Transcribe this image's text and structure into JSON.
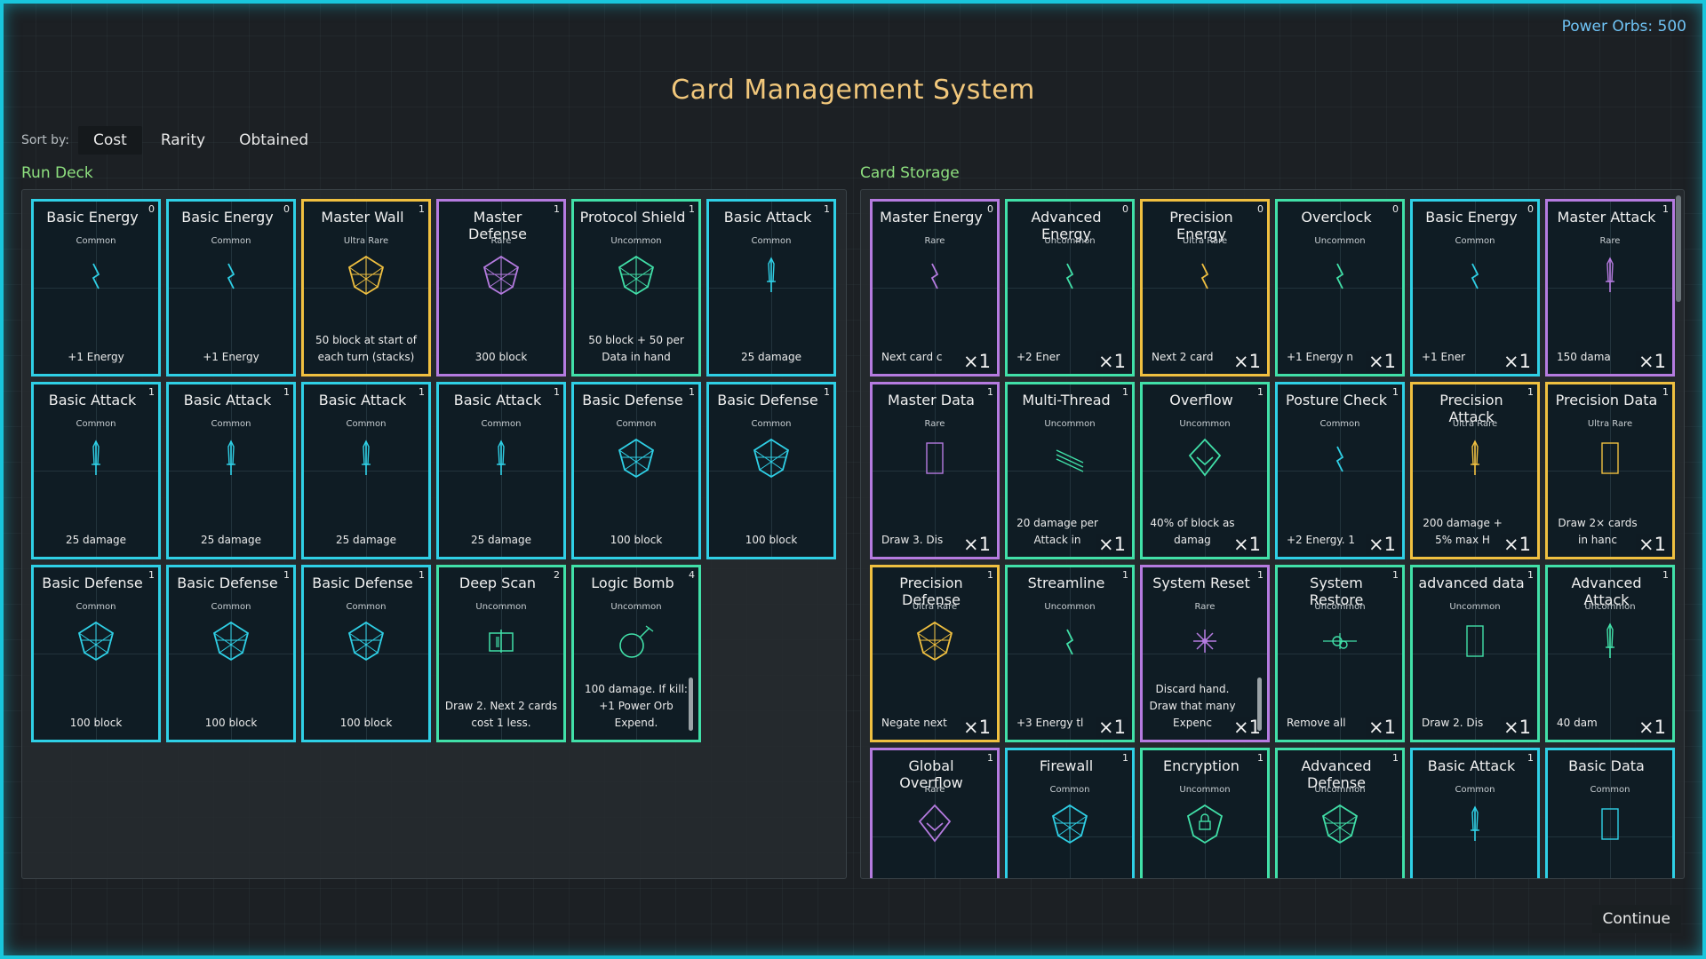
{
  "header": {
    "power_orbs": "Power Orbs: 500",
    "title": "Card Management System"
  },
  "sort": {
    "label": "Sort by:",
    "options": [
      "Cost",
      "Rarity",
      "Obtained"
    ],
    "active": "Cost"
  },
  "run_deck": {
    "label": "Run Deck",
    "cards": [
      {
        "name": "Basic Energy",
        "rarity": "Common",
        "cost": "0",
        "desc": "+1 Energy",
        "icon": "bolt-icon",
        "tier": "common"
      },
      {
        "name": "Basic Energy",
        "rarity": "Common",
        "cost": "0",
        "desc": "+1 Energy",
        "icon": "bolt-icon",
        "tier": "common"
      },
      {
        "name": "Master Wall",
        "rarity": "Ultra Rare",
        "cost": "1",
        "desc": "50 block at start of each turn (stacks)",
        "icon": "shield-icon",
        "tier": "ultra"
      },
      {
        "name": "Master Defense",
        "rarity": "Rare",
        "cost": "1",
        "desc": "300 block",
        "icon": "shield-icon",
        "tier": "rare"
      },
      {
        "name": "Protocol Shield",
        "rarity": "Uncommon",
        "cost": "1",
        "desc": "50 block + 50 per Data in hand",
        "icon": "shield-icon",
        "tier": "uncommon"
      },
      {
        "name": "Basic Attack",
        "rarity": "Common",
        "cost": "1",
        "desc": "25 damage",
        "icon": "sword-icon",
        "tier": "common"
      },
      {
        "name": "Basic Attack",
        "rarity": "Common",
        "cost": "1",
        "desc": "25 damage",
        "icon": "sword-icon",
        "tier": "common"
      },
      {
        "name": "Basic Attack",
        "rarity": "Common",
        "cost": "1",
        "desc": "25 damage",
        "icon": "sword-icon",
        "tier": "common"
      },
      {
        "name": "Basic Attack",
        "rarity": "Common",
        "cost": "1",
        "desc": "25 damage",
        "icon": "sword-icon",
        "tier": "common"
      },
      {
        "name": "Basic Attack",
        "rarity": "Common",
        "cost": "1",
        "desc": "25 damage",
        "icon": "sword-icon",
        "tier": "common"
      },
      {
        "name": "Basic Defense",
        "rarity": "Common",
        "cost": "1",
        "desc": "100 block",
        "icon": "shield-icon",
        "tier": "common"
      },
      {
        "name": "Basic Defense",
        "rarity": "Common",
        "cost": "1",
        "desc": "100 block",
        "icon": "shield-icon",
        "tier": "common"
      },
      {
        "name": "Basic Defense",
        "rarity": "Common",
        "cost": "1",
        "desc": "100 block",
        "icon": "shield-icon",
        "tier": "common"
      },
      {
        "name": "Basic Defense",
        "rarity": "Common",
        "cost": "1",
        "desc": "100 block",
        "icon": "shield-icon",
        "tier": "common"
      },
      {
        "name": "Basic Defense",
        "rarity": "Common",
        "cost": "1",
        "desc": "100 block",
        "icon": "shield-icon",
        "tier": "common"
      },
      {
        "name": "Deep Scan",
        "rarity": "Uncommon",
        "cost": "2",
        "desc": "Draw 2. Next 2 cards cost 1 less.",
        "icon": "scan-icon",
        "tier": "uncommon"
      },
      {
        "name": "Logic Bomb",
        "rarity": "Uncommon",
        "cost": "4",
        "desc": "100 damage. If kill: +1 Power Orb Expend.",
        "icon": "bomb-icon",
        "tier": "uncommon"
      }
    ]
  },
  "storage": {
    "label": "Card Storage",
    "cards": [
      {
        "name": "Master Energy",
        "rarity": "Rare",
        "cost": "0",
        "desc": "Next card c",
        "qty": "×1",
        "icon": "bolt-icon",
        "tier": "rare"
      },
      {
        "name": "Advanced Energy",
        "rarity": "Uncommon",
        "cost": "0",
        "desc": "+2 Ener",
        "qty": "×1",
        "icon": "bolt-icon",
        "tier": "uncommon"
      },
      {
        "name": "Precision Energy",
        "rarity": "Ultra Rare",
        "cost": "0",
        "desc": "Next 2 card",
        "qty": "×1",
        "icon": "bolt-icon",
        "tier": "ultra"
      },
      {
        "name": "Overclock",
        "rarity": "Uncommon",
        "cost": "0",
        "desc": "+1 Energy n",
        "qty": "×1",
        "icon": "bolt-icon",
        "tier": "uncommon"
      },
      {
        "name": "Basic Energy",
        "rarity": "Common",
        "cost": "0",
        "desc": "+1 Ener",
        "qty": "×1",
        "icon": "bolt-icon",
        "tier": "common"
      },
      {
        "name": "Master Attack",
        "rarity": "Rare",
        "cost": "1",
        "desc": "150 dama",
        "qty": "×1",
        "icon": "sword-icon",
        "tier": "rare"
      },
      {
        "name": "Master Data",
        "rarity": "Rare",
        "cost": "1",
        "desc": "Draw 3. Dis",
        "qty": "×1",
        "icon": "data-icon",
        "tier": "rare"
      },
      {
        "name": "Multi-Thread",
        "rarity": "Uncommon",
        "cost": "1",
        "desc": "20 damage per Attack in",
        "qty": "×1",
        "icon": "threads-icon",
        "tier": "uncommon"
      },
      {
        "name": "Overflow",
        "rarity": "Uncommon",
        "cost": "1",
        "desc": "40% of block as damag",
        "qty": "×1",
        "icon": "overflow-icon",
        "tier": "uncommon"
      },
      {
        "name": "Posture Check",
        "rarity": "Common",
        "cost": "1",
        "desc": "+2 Energy. 1",
        "qty": "×1",
        "icon": "bolt-icon",
        "tier": "common"
      },
      {
        "name": "Precision Attack",
        "rarity": "Ultra Rare",
        "cost": "1",
        "desc": "200 damage + 5% max H",
        "qty": "×1",
        "icon": "sword-icon",
        "tier": "ultra"
      },
      {
        "name": "Precision Data",
        "rarity": "Ultra Rare",
        "cost": "1",
        "desc": "Draw 2× cards in hanc",
        "qty": "×1",
        "icon": "data-icon",
        "tier": "ultra"
      },
      {
        "name": "Precision Defense",
        "rarity": "Ultra Rare",
        "cost": "1",
        "desc": "Negate next",
        "qty": "×1",
        "icon": "shield-icon",
        "tier": "ultra"
      },
      {
        "name": "Streamline",
        "rarity": "Uncommon",
        "cost": "1",
        "desc": "+3 Energy tl",
        "qty": "×1",
        "icon": "bolt-icon",
        "tier": "uncommon"
      },
      {
        "name": "System Reset",
        "rarity": "Rare",
        "cost": "1",
        "desc": "Discard hand. Draw that many Expenc",
        "qty": "×1",
        "icon": "burst-icon",
        "tier": "rare"
      },
      {
        "name": "System Restore",
        "rarity": "Uncommon",
        "cost": "1",
        "desc": "Remove all",
        "qty": "×1",
        "icon": "restore-icon",
        "tier": "uncommon"
      },
      {
        "name": "advanced data",
        "rarity": "Uncommon",
        "cost": "1",
        "desc": "Draw 2. Dis",
        "qty": "×1",
        "icon": "data-icon",
        "tier": "uncommon"
      },
      {
        "name": "Advanced Attack",
        "rarity": "Uncommon",
        "cost": "1",
        "desc": "40 dam",
        "qty": "×1",
        "icon": "sword-icon",
        "tier": "uncommon"
      },
      {
        "name": "Global Overflow",
        "rarity": "Rare",
        "cost": "1",
        "desc": "",
        "qty": "",
        "icon": "overflow-icon",
        "tier": "rare"
      },
      {
        "name": "Firewall",
        "rarity": "Common",
        "cost": "1",
        "desc": "",
        "qty": "",
        "icon": "shield-icon",
        "tier": "common"
      },
      {
        "name": "Encryption",
        "rarity": "Uncommon",
        "cost": "1",
        "desc": "",
        "qty": "",
        "icon": "lock-shield-icon",
        "tier": "uncommon"
      },
      {
        "name": "Advanced Defense",
        "rarity": "Uncommon",
        "cost": "1",
        "desc": "",
        "qty": "",
        "icon": "shield-icon",
        "tier": "uncommon"
      },
      {
        "name": "Basic Attack",
        "rarity": "Common",
        "cost": "1",
        "desc": "",
        "qty": "",
        "icon": "sword-icon",
        "tier": "common"
      },
      {
        "name": "Basic Data",
        "rarity": "Common",
        "cost": "",
        "desc": "",
        "qty": "",
        "icon": "data-icon",
        "tier": "common"
      }
    ]
  },
  "footer": {
    "continue_label": "Continue"
  },
  "colors": {
    "common": "#2fd0e6",
    "uncommon": "#41e0a8",
    "rare": "#b57be0",
    "ultra": "#f0c040",
    "title": "#f1c77b",
    "section": "#8ee07f"
  }
}
